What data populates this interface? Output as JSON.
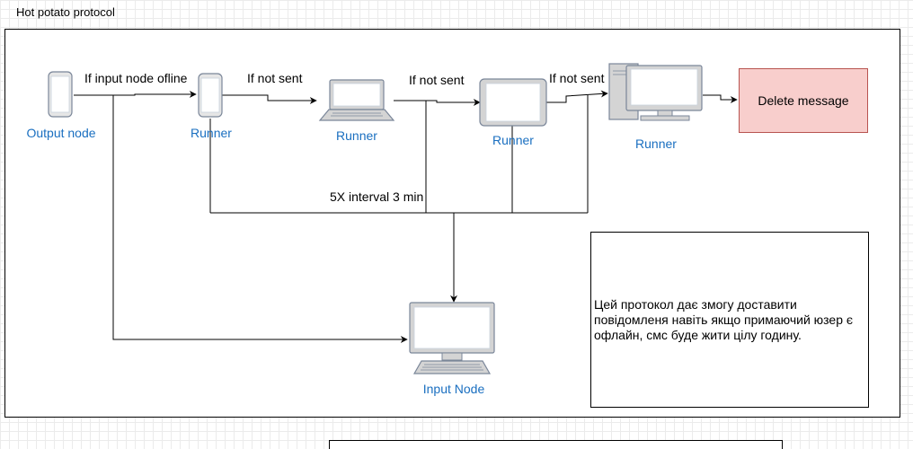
{
  "diagram": {
    "title": "Hot potato protocol",
    "nodes": {
      "output_node": {
        "label": "Output node",
        "icon": "phone-icon"
      },
      "runner_1": {
        "label": "Runner",
        "icon": "phone-icon"
      },
      "runner_2": {
        "label": "Runner",
        "icon": "laptop-icon"
      },
      "runner_3": {
        "label": "Runner",
        "icon": "tablet-icon"
      },
      "runner_4": {
        "label": "Runner",
        "icon": "desktop-tower-icon"
      },
      "input_node": {
        "label": "Input Node",
        "icon": "monitor-icon"
      },
      "delete_message": {
        "label": "Delete message"
      }
    },
    "edge_labels": {
      "input_offline": "If input node ofline",
      "not_sent_1": "If not sent",
      "not_sent_2": "If not sent",
      "not_sent_3": "If not sent",
      "retry_interval": "5X interval 3 min"
    },
    "note": "Цей протокол дає змогу доставити повідомленя навіть якщо примаючий юзер є офлайн, смс буде жити цілу годину.",
    "colors": {
      "node_label": "#1a6fc0",
      "delete_fill": "#f8cecc",
      "delete_stroke": "#b85450",
      "device_gray": "#d4d4d4",
      "device_outline": "#7a8699",
      "screen_fill": "#ffffff",
      "screen_frame": "#c9d2dd"
    }
  }
}
